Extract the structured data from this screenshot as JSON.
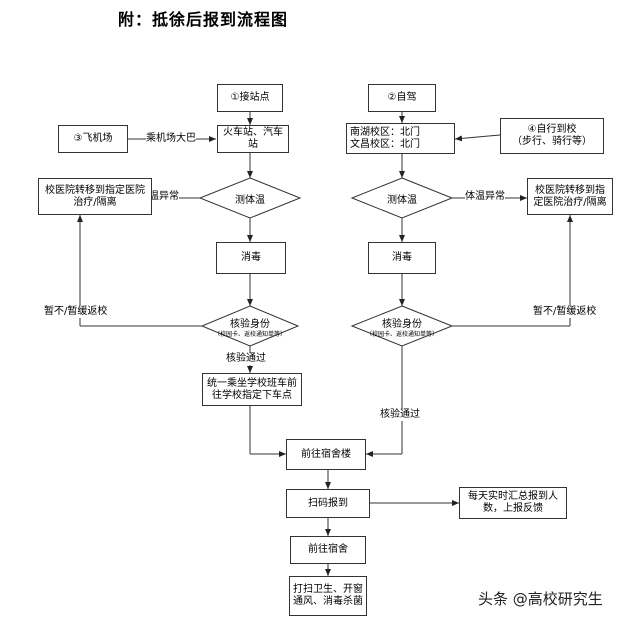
{
  "title": "附：抵徐后报到流程图",
  "left": {
    "start": "①接站点",
    "station": "火车站、汽车站",
    "airport": "③飞机场",
    "bus": "乘机场大巴",
    "temp": "测体温",
    "abnormal": "体温异常",
    "hospital": "校医院转移到指定医院治疗/隔离",
    "disinfect": "消毒",
    "verify": "核验身份",
    "verify_note": "（校园卡、返校通知单等）",
    "passed": "核验通过",
    "shuttle": "统一乘坐学校班车前往学校指定下车点",
    "defer": "暂不/暂缓返校"
  },
  "right": {
    "start": "②自驾",
    "gates": "南湖校区：北门\n文昌校区：北门",
    "self": "④自行到校\n（步行、骑行等）",
    "temp": "测体温",
    "abnormal": "体温异常",
    "hospital": "校医院转移到指定医院治疗/隔离",
    "disinfect": "消毒",
    "verify": "核验身份",
    "verify_note": "（校园卡、返校通知单等）",
    "passed": "核验通过",
    "defer": "暂不/暂缓返校"
  },
  "center": {
    "dorm_building": "前往宿舍楼",
    "scan": "扫码报到",
    "report": "每天实时汇总报到人数，上报反馈",
    "dorm": "前往宿舍",
    "clean": "打扫卫生、开窗通风、消毒杀菌"
  },
  "watermark": "头条 @高校研究生"
}
